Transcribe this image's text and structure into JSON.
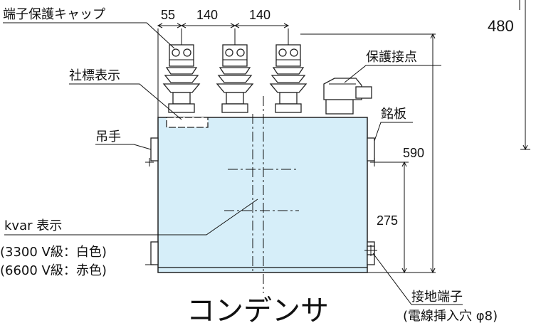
{
  "labels": {
    "terminal_cap": "端子保護キャップ",
    "logo_display": "社標表示",
    "hanger": "吊手",
    "protect_contact": "保護接点",
    "nameplate": "銘板",
    "kvar_display": "kvar 表示",
    "kvar_3300": "(3300 V級：白色)",
    "kvar_6600": "(6600 V級：赤色)",
    "ground_terminal": "接地端子",
    "ground_hole": "(電線挿入穴 φ8)",
    "title": "コンデンサ"
  },
  "dimensions": {
    "d55": "55",
    "d140a": "140",
    "d140b": "140",
    "d480": "480",
    "d590": "590",
    "d275": "275"
  }
}
